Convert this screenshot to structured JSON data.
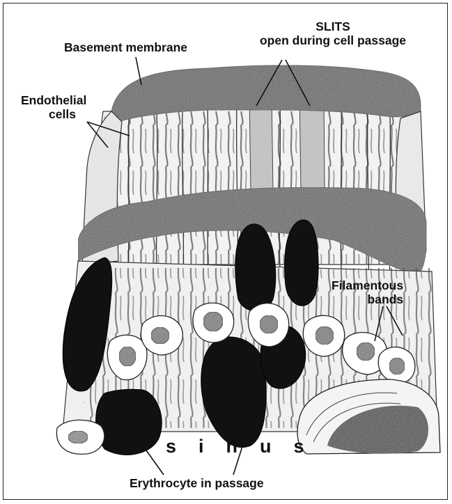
{
  "labels": {
    "basement_membrane": "Basement membrane",
    "slits_line1": "SLITS",
    "slits_line2": "open during cell passage",
    "endothelial_line1": "Endothelial",
    "endothelial_line2": "cells",
    "filamentous_line1": "Filamentous",
    "filamentous_line2": "bands",
    "sinus": "sinus",
    "erythrocyte": "Erythrocyte in passage"
  },
  "colors": {
    "ink": "#111111",
    "membrane": "#5a5a5a",
    "slit_fill": "#c4c4c4",
    "paper": "#ffffff"
  }
}
